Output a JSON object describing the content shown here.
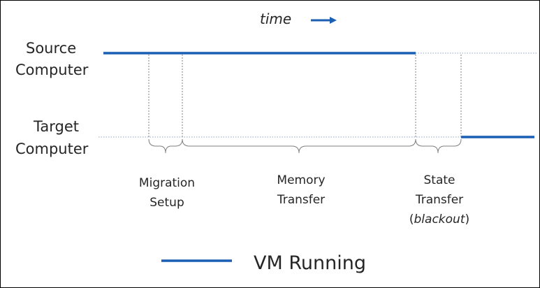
{
  "labels": {
    "time": "time",
    "source_line1": "Source",
    "source_line2": "Computer",
    "target_line1": "Target",
    "target_line2": "Computer"
  },
  "phases": [
    {
      "line1": "Migration",
      "line2": "Setup"
    },
    {
      "line1": "Memory",
      "line2": "Transfer"
    },
    {
      "line1": "State",
      "line2": "Transfer",
      "line3_open": "(",
      "line3_italic": "blackout",
      "line3_close": ")"
    }
  ],
  "legend": {
    "label": "VM Running"
  },
  "colors": {
    "running": "#1a5fb4",
    "idle_dotted": "#8aa6c7",
    "guide": "#7f7f7f",
    "text": "#262626"
  }
}
